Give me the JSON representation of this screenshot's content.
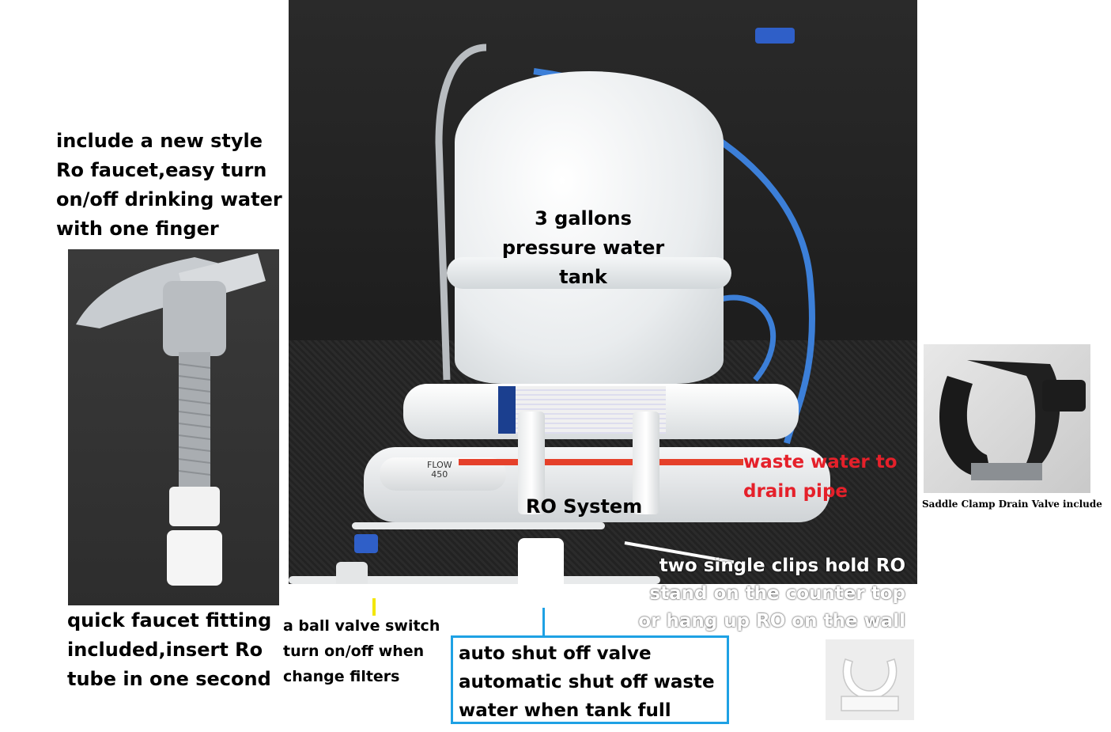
{
  "captions": {
    "faucet": "include a new style\nRo faucet,easy turn\non/off drinking water\nwith one finger",
    "tank": "3 gallons\npressure water tank",
    "waste": "waste water to\ndrain pipe",
    "ro_system": "RO System",
    "clips": "two single clips hold RO\nstand on the counter top\nor hang up RO on the wall",
    "fitting": "quick faucet fitting\nincluded,insert Ro\ntube in one second",
    "ball_valve": "a ball valve switch\nturn on/off when\nchange filters",
    "shutoff": "auto shut off valve\nautomatic shut off waste\nwater when tank full",
    "clamp": "Saddle Clamp Drain Valve include"
  },
  "product_labels": {
    "flow": "FLOW",
    "flow_value": "450"
  },
  "colors": {
    "highlight_box": "#1ea1e4",
    "waste_text": "#e5202a",
    "photo_caption_text": "#ffffff",
    "caption_text": "#000000",
    "ball_valve_marker": "#f3e600"
  }
}
